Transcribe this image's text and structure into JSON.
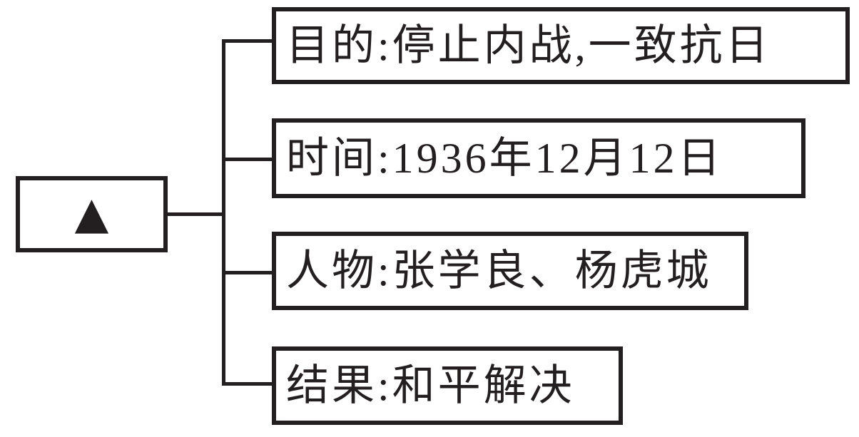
{
  "root_node": {
    "symbol": "▲"
  },
  "branches": [
    {
      "label": "目的:停止内战,一致抗日"
    },
    {
      "label": "时间:1936年12月12日"
    },
    {
      "label": "人物:张学良、杨虎城"
    },
    {
      "label": "结果:和平解决"
    }
  ],
  "colors": {
    "ink": "#231f20",
    "background": "#ffffff"
  }
}
